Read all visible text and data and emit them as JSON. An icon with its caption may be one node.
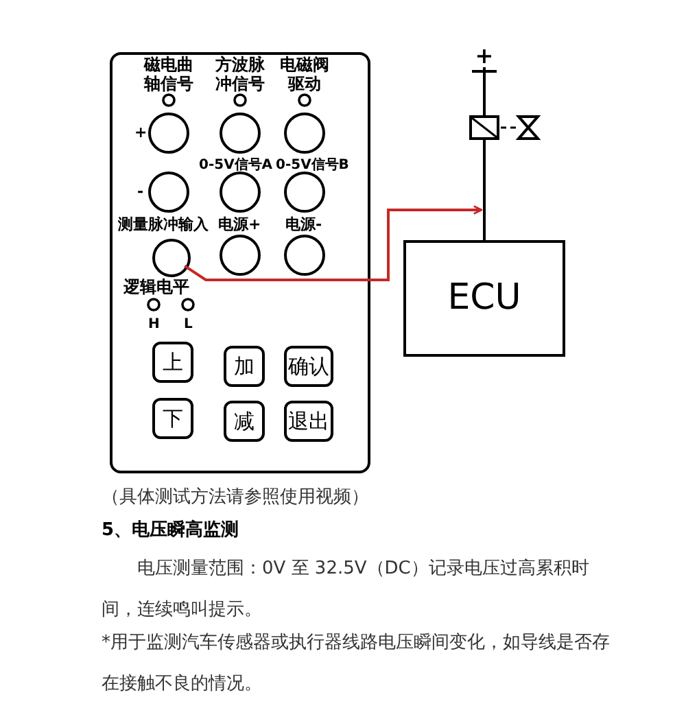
{
  "diagram": {
    "caption": "（具体测试方法请参照使用视频）",
    "nodes": [
      {
        "text": [],
        "shape": "box"
      },
      {
        "text": [],
        "shape": "circle",
        "in": 0,
        "beside": [
          "测量脉冲输入"
        ]
      },
      {
        "text": [
          "上"
        ],
        "in": 0
      },
      {
        "text": [
          "加"
        ],
        "in": 0
      },
      {
        "text": [
          "确认"
        ],
        "in": 0
      },
      {
        "text": [
          "下"
        ],
        "in": 0
      },
      {
        "text": [
          "减"
        ],
        "in": 0
      },
      {
        "text": [
          "退出"
        ],
        "in": 0
      },
      {
        "text": [
          "+"
        ]
      },
      {
        "text": [],
        "shape": "box"
      },
      {
        "text": [
          "ECU"
        ]
      }
    ],
    "edges": [
      {
        "from": 1,
        "to": 10,
        "arrow": "to",
        "color": "#c62828"
      },
      {
        "from": 8,
        "to": 9,
        "arrow": "none"
      },
      {
        "from": 9,
        "to": 10,
        "arrow": "none"
      }
    ],
    "labels": [
      "磁电曲轴信号",
      "方波脉冲信号",
      "电磁阀驱动",
      "+",
      "-",
      "0-5V信号A",
      "0-5V信号B",
      "电源+",
      "电源-",
      "逻辑电平",
      "H",
      "L",
      "5、电压瞬高监测",
      "电压测量范围：0V 至 32.5V（DC）记录电压过高累积时间，连续鸣叫提示。",
      "*用于监测汽车传感器或执行器线路电压瞬间变化，如导线是否存在接触不良的情况。"
    ]
  }
}
